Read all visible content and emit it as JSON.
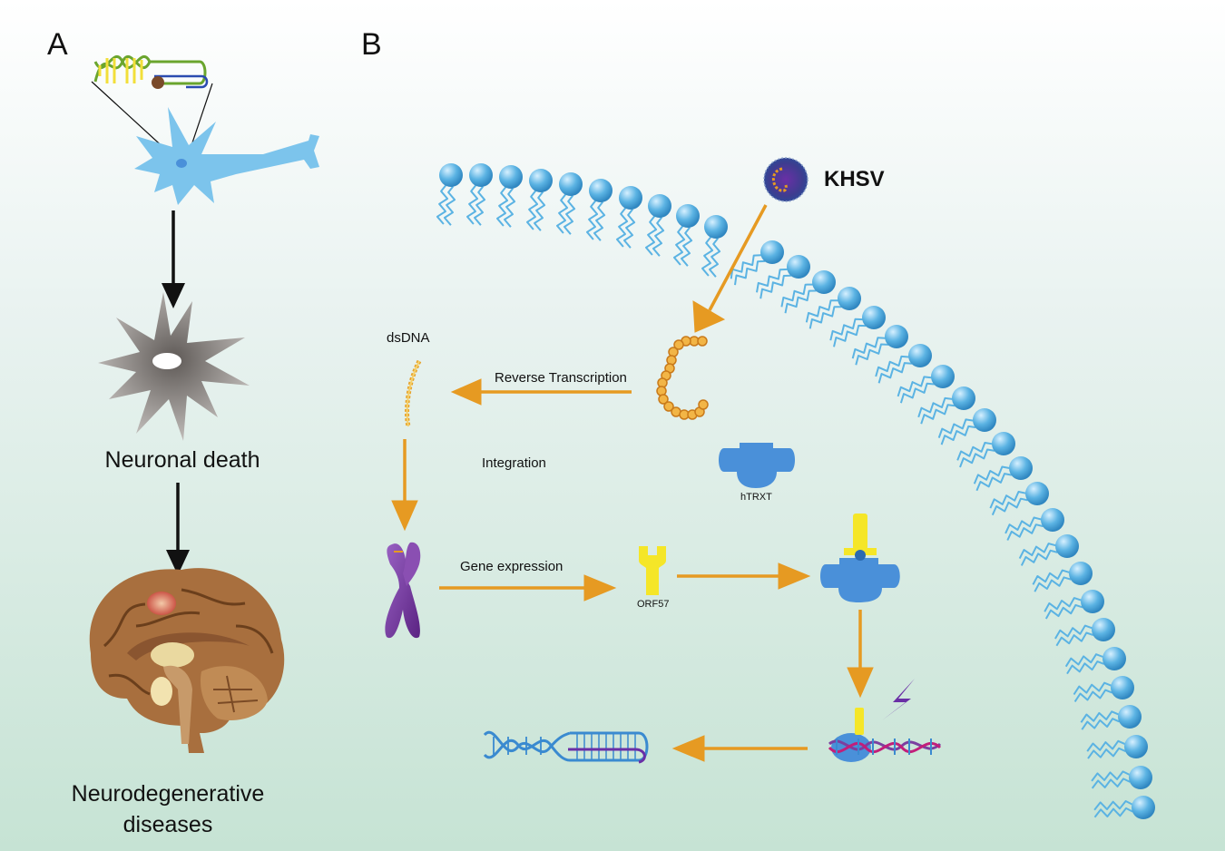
{
  "panels": {
    "a": "A",
    "b": "B"
  },
  "panel_a": {
    "neuronal_death": "Neuronal death",
    "neurodegenerative_line1": "Neurodegenerative",
    "neurodegenerative_line2": "diseases"
  },
  "panel_b": {
    "virus": "KHSV",
    "dsdna": "dsDNA",
    "reverse_transcription": "Reverse Transcription",
    "integration": "Integration",
    "htrxt": "hTRXT",
    "gene_expression": "Gene expression",
    "orf57": "ORF57"
  },
  "colors": {
    "arrow_orange": "#E69A22",
    "arrow_black": "#111111",
    "lipid_blue": "#5BB3E3",
    "protein_blue": "#4A90D9",
    "orf_yellow": "#F5E628",
    "chromosome_purple": "#7B3FA0",
    "neuron_blue": "#7CC4EC",
    "dead_neuron_grey": "#8E8A87",
    "brain_brown": "#A86F3E"
  }
}
